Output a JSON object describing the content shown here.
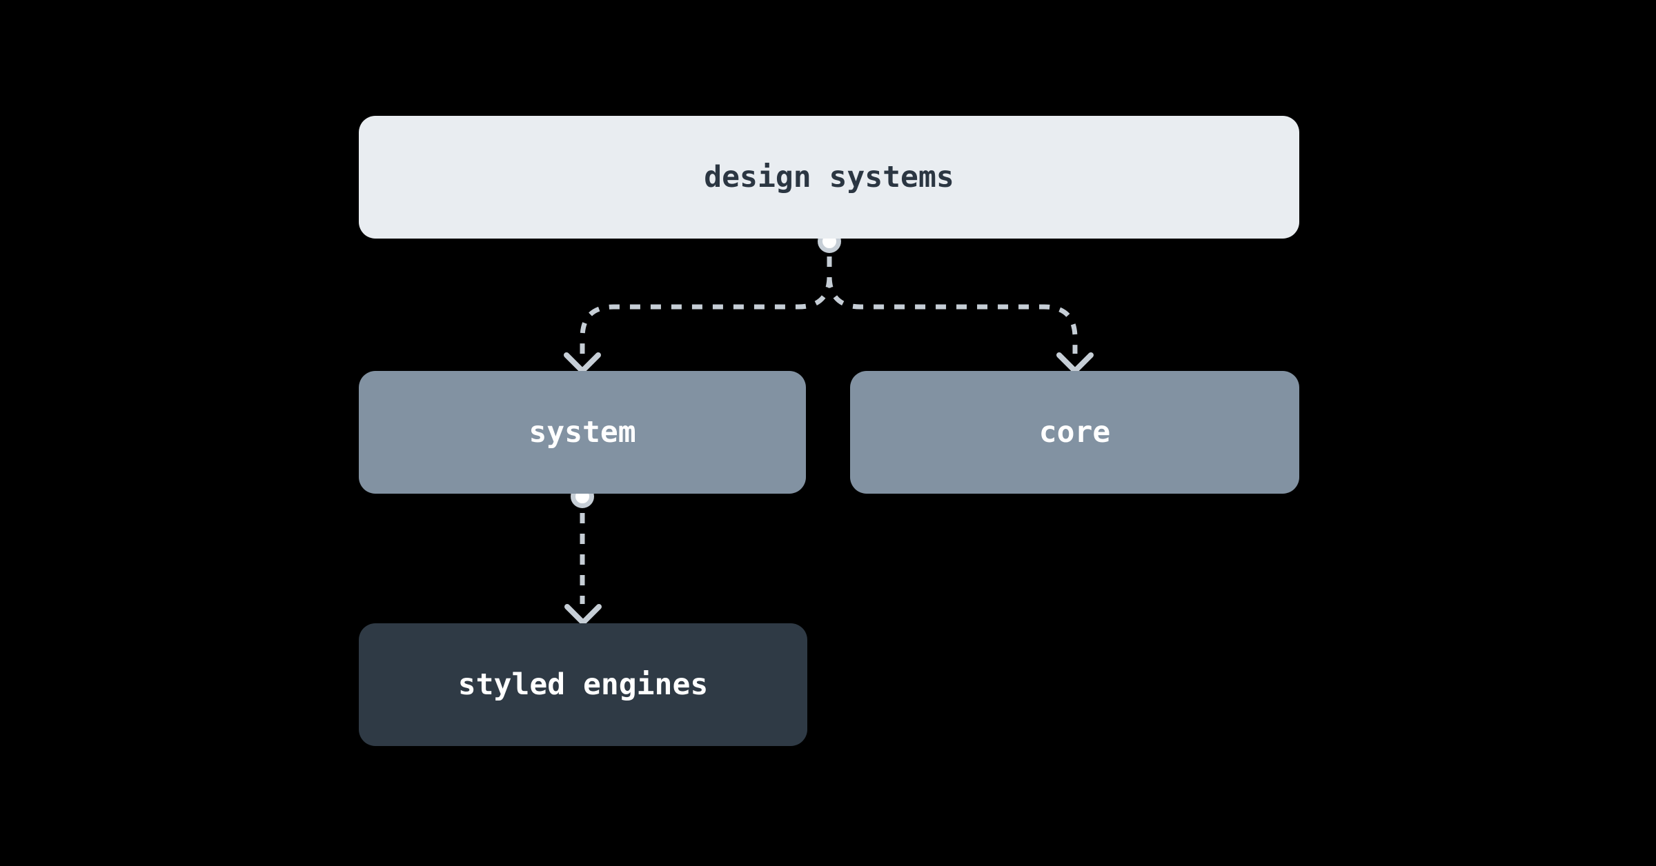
{
  "diagram": {
    "type": "flow-diagram",
    "background_color": "#000000",
    "connector_color": "#c6ced6",
    "connector_style": "dashed",
    "handle_fill": "#ffffff",
    "nodes": [
      {
        "id": "design-systems",
        "label": "design systems",
        "bg": "#e9edf1",
        "text_color": "#2b3642",
        "row": 1
      },
      {
        "id": "system",
        "label": "system",
        "bg": "#8292a2",
        "text_color": "#ffffff",
        "row": 2
      },
      {
        "id": "core",
        "label": "core",
        "bg": "#8292a2",
        "text_color": "#ffffff",
        "row": 2
      },
      {
        "id": "styled-engines",
        "label": "styled engines",
        "bg": "#2f3a45",
        "text_color": "#ffffff",
        "row": 3
      }
    ],
    "edges": [
      {
        "from": "design systems",
        "to": "system"
      },
      {
        "from": "design systems",
        "to": "core"
      },
      {
        "from": "system",
        "to": "styled engines"
      }
    ]
  }
}
